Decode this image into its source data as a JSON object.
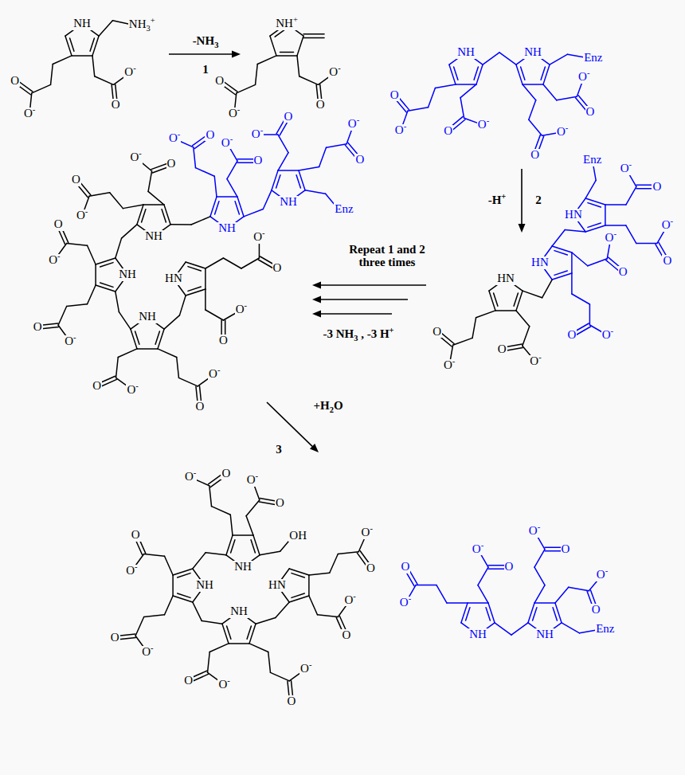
{
  "diagram": {
    "labels": [
      "-NH3",
      "1",
      "-H+",
      "2",
      "Repeat 1 and 2 three times",
      "-3 NH3 , -3 H+",
      "+H2O",
      "3",
      "NH",
      "NH3+",
      "O",
      "O-",
      "O",
      "O-",
      "NH+",
      "O",
      "O-",
      "O",
      "O-",
      "NH",
      "O",
      "O-",
      "O",
      "O-",
      "NH",
      "Enz",
      "O",
      "O-",
      "O",
      "O-",
      "HN",
      "O",
      "O-",
      "O",
      "O-",
      "HN",
      "O",
      "O-",
      "O",
      "O-",
      "HN",
      "Enz",
      "O",
      "O-",
      "O",
      "O-",
      "NH",
      "O",
      "O-",
      "O",
      "O-",
      "Enz",
      "NH",
      "O",
      "O-",
      "O",
      "O-",
      "NH",
      "O",
      "O-",
      "O",
      "O-",
      "NH",
      "O",
      "O-",
      "O",
      "O-",
      "NH",
      "O",
      "O-",
      "O",
      "O-",
      "HN",
      "O",
      "O-",
      "O",
      "O-",
      "NH",
      "O",
      "O-",
      "O",
      "O-",
      "OH",
      "NH",
      "O",
      "O-",
      "O",
      "O-",
      "NH",
      "O",
      "O-",
      "O",
      "O-",
      "HN",
      "O",
      "O-",
      "O",
      "O-",
      "NH",
      "O",
      "O-",
      "O",
      "O-",
      "NH",
      "O",
      "O-",
      "O",
      "O-",
      "Enz"
    ]
  }
}
